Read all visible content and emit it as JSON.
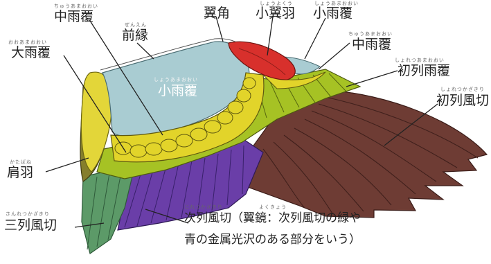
{
  "labels": {
    "chuu_amaoi_top": {
      "text": "中雨覆",
      "ruby": "ちゅうあまおおい"
    },
    "yokukaku": {
      "text": "翼角",
      "ruby": ""
    },
    "shouyokuu": {
      "text": "小翼羽",
      "ruby": "しょうよくう"
    },
    "shou_amaoi_top": {
      "text": "小雨覆",
      "ruby": "しょうあまおおい"
    },
    "zenen": {
      "text": "前縁",
      "ruby": "ぜんえん"
    },
    "dai_amaoi": {
      "text": "大雨覆",
      "ruby": "おおあまおおい"
    },
    "chuu_amaoi_right": {
      "text": "中雨覆",
      "ruby": "ちゅうあまおおい"
    },
    "shoretsu_amaoi": {
      "text": "初列雨覆",
      "ruby": "しょれつあまおおい"
    },
    "shou_amaoi_center": {
      "text": "小雨覆",
      "ruby": "しょうあまおおい"
    },
    "shoretsu_kazakiri": {
      "text": "初列風切",
      "ruby": "しょれつかざきり"
    },
    "kenu": {
      "text": "肩羽",
      "ruby": "かたばね"
    },
    "sanretsu_kazakiri": {
      "text": "三列風切",
      "ruby": "さんれつかざきり"
    }
  },
  "caption": {
    "line1": "次列風切（翼鏡：次列風切の緑や",
    "line2": "青の金属光沢のある部分をいう）",
    "ruby_jiretsu": "じれつかざきり",
    "ruby_yokukyou": "よくきょう"
  },
  "colors": {
    "background": "#ffffff",
    "lesser_coverts": "#a9ccd2",
    "median_coverts": "#e2d42a",
    "greater_coverts": "#a6c224",
    "alula": "#d8302c",
    "primaries": "#6e3c34",
    "secondaries_purple": "#6a3ea8",
    "tertials": "#5c9a68",
    "scapulars_yellow": "#e3d639",
    "scapulars_olive": "#857e2c",
    "pointer_line": "#222222"
  }
}
